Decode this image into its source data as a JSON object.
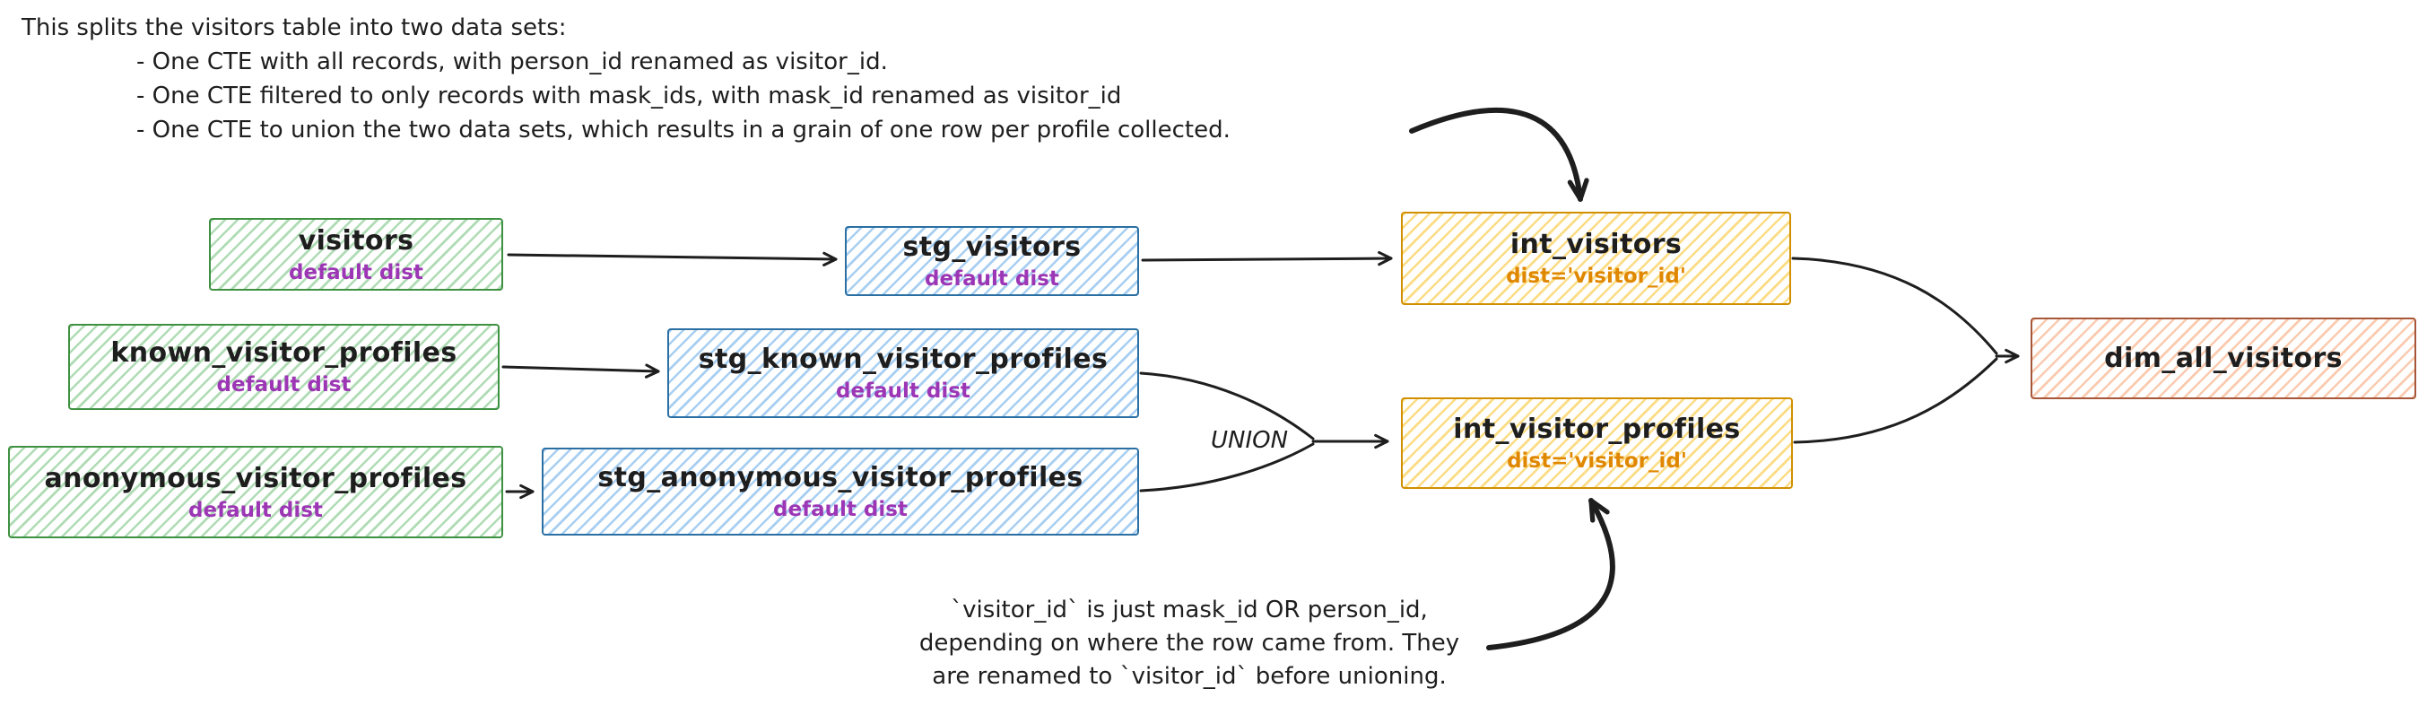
{
  "notes": {
    "top": {
      "heading": "This splits the visitors table into two data sets:",
      "bullets": [
        "- One CTE with all records, with person_id renamed as visitor_id.",
        "- One CTE filtered to only records with mask_ids, with mask_id renamed as visitor_id",
        "- One CTE to union the two data sets, which results in a grain of one row per profile collected."
      ]
    },
    "bottom": {
      "lines": [
        "`visitor_id` is just mask_id OR person_id,",
        "depending on where the row came from. They",
        "are renamed to `visitor_id` before unioning."
      ]
    }
  },
  "labels": {
    "union": "UNION"
  },
  "nodes": {
    "visitors": {
      "title": "visitors",
      "subtitle": "default dist"
    },
    "stg_visitors": {
      "title": "stg_visitors",
      "subtitle": "default dist"
    },
    "int_visitors": {
      "title": "int_visitors",
      "subtitle": "dist='visitor_id'"
    },
    "known_visitor_profiles": {
      "title": "known_visitor_profiles",
      "subtitle": "default dist"
    },
    "stg_known_visitor_profiles": {
      "title": "stg_known_visitor_profiles",
      "subtitle": "default dist"
    },
    "anonymous_visitor_profiles": {
      "title": "anonymous_visitor_profiles",
      "subtitle": "default dist"
    },
    "stg_anonymous_visitor_profiles": {
      "title": "stg_anonymous_visitor_profiles",
      "subtitle": "default dist"
    },
    "int_visitor_profiles": {
      "title": "int_visitor_profiles",
      "subtitle": "dist='visitor_id'"
    },
    "dim_all_visitors": {
      "title": "dim_all_visitors"
    }
  },
  "edges": [
    {
      "from": "visitors",
      "to": "stg_visitors"
    },
    {
      "from": "stg_visitors",
      "to": "int_visitors"
    },
    {
      "from": "known_visitor_profiles",
      "to": "stg_known_visitor_profiles"
    },
    {
      "from": "anonymous_visitor_profiles",
      "to": "stg_anonymous_visitor_profiles"
    },
    {
      "from": "stg_known_visitor_profiles",
      "to": "int_visitor_profiles",
      "via": "UNION"
    },
    {
      "from": "stg_anonymous_visitor_profiles",
      "to": "int_visitor_profiles",
      "via": "UNION"
    },
    {
      "from": "int_visitors",
      "to": "dim_all_visitors"
    },
    {
      "from": "int_visitor_profiles",
      "to": "dim_all_visitors"
    }
  ],
  "annotations": [
    {
      "note": "top",
      "points_to": "int_visitors"
    },
    {
      "note": "bottom",
      "points_to": "int_visitor_profiles"
    }
  ],
  "palette": {
    "green_stroke": "#3f9142",
    "blue_stroke": "#2b6fa3",
    "yellow_stroke": "#d18f00",
    "peach_stroke": "#a8563a",
    "subtitle_purple": "#9c36b5",
    "subtitle_orange": "#e08700",
    "edge_color": "#1e1e1e",
    "background": "#ffffff"
  }
}
